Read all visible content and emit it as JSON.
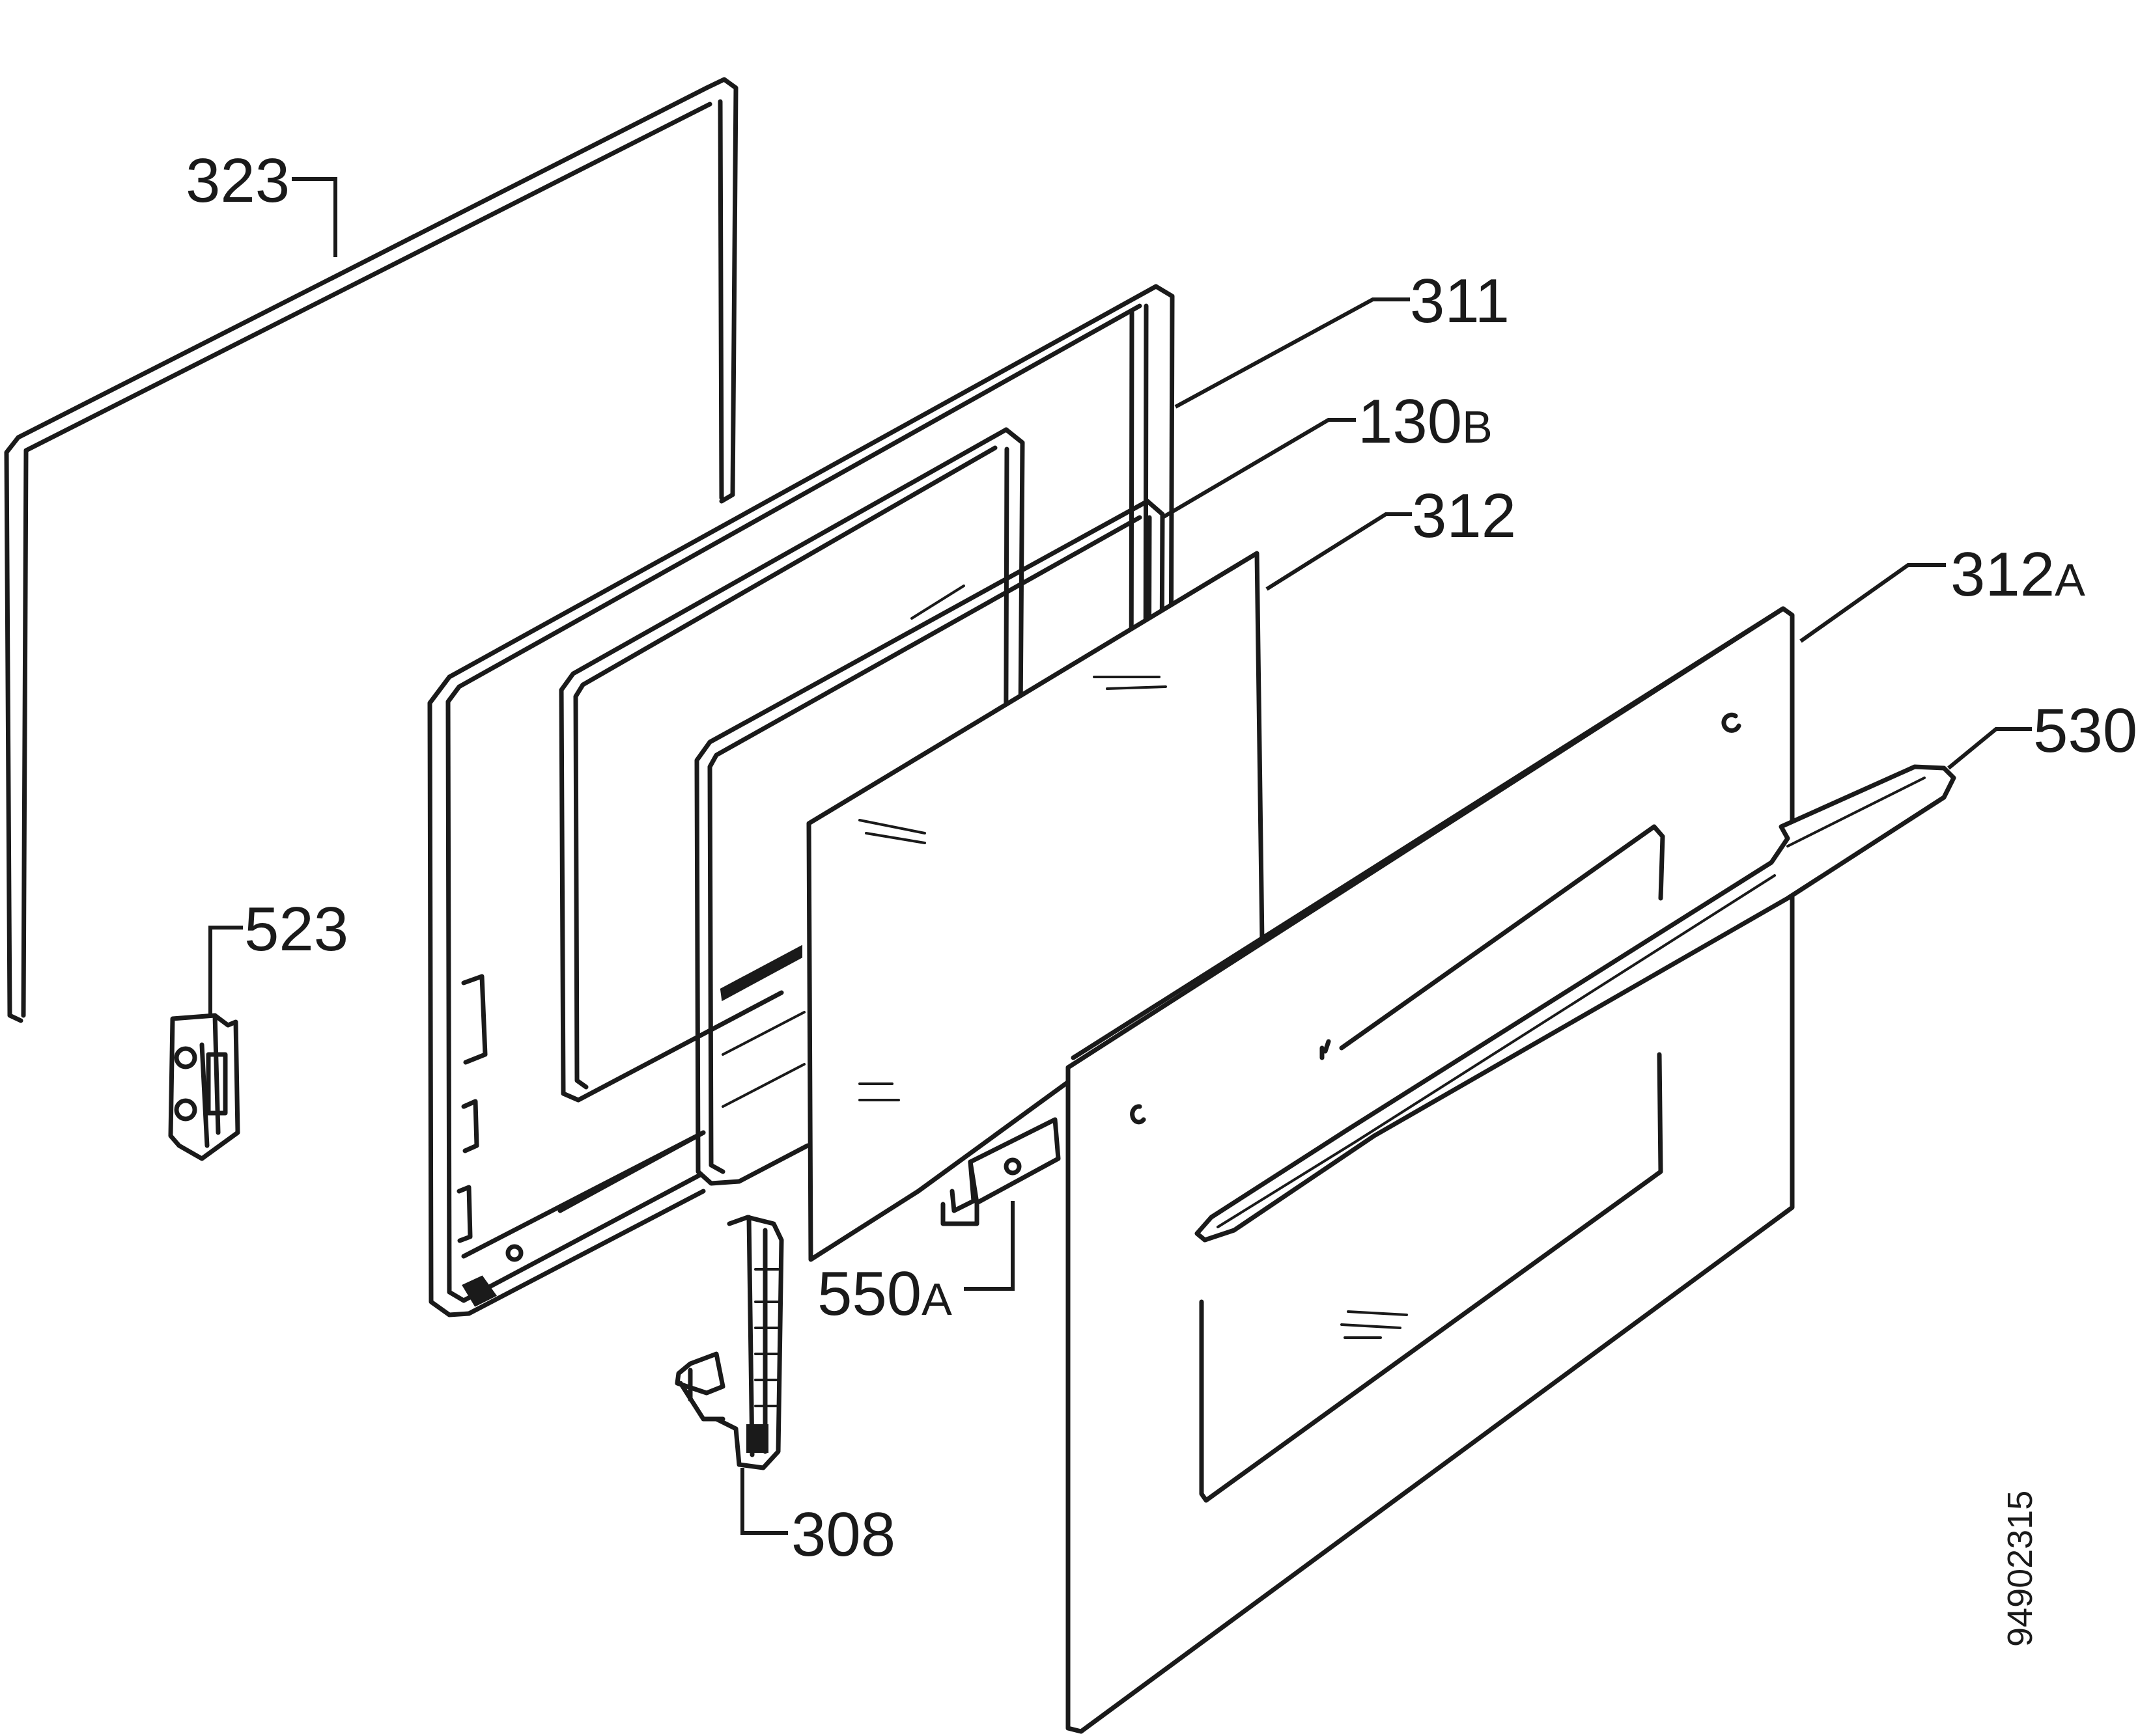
{
  "labels": {
    "l323": {
      "num": "323",
      "suffix": ""
    },
    "l311": {
      "num": "311",
      "suffix": ""
    },
    "l130b": {
      "num": "130",
      "suffix": "B"
    },
    "l312": {
      "num": "312",
      "suffix": ""
    },
    "l312a": {
      "num": "312",
      "suffix": "A"
    },
    "l530": {
      "num": "530",
      "suffix": ""
    },
    "l523": {
      "num": "523",
      "suffix": ""
    },
    "l550a": {
      "num": "550",
      "suffix": "A"
    },
    "l308": {
      "num": "308",
      "suffix": ""
    }
  },
  "document_id": "94902315",
  "colors": {
    "line": "#1a1a1a",
    "background": "#ffffff"
  }
}
